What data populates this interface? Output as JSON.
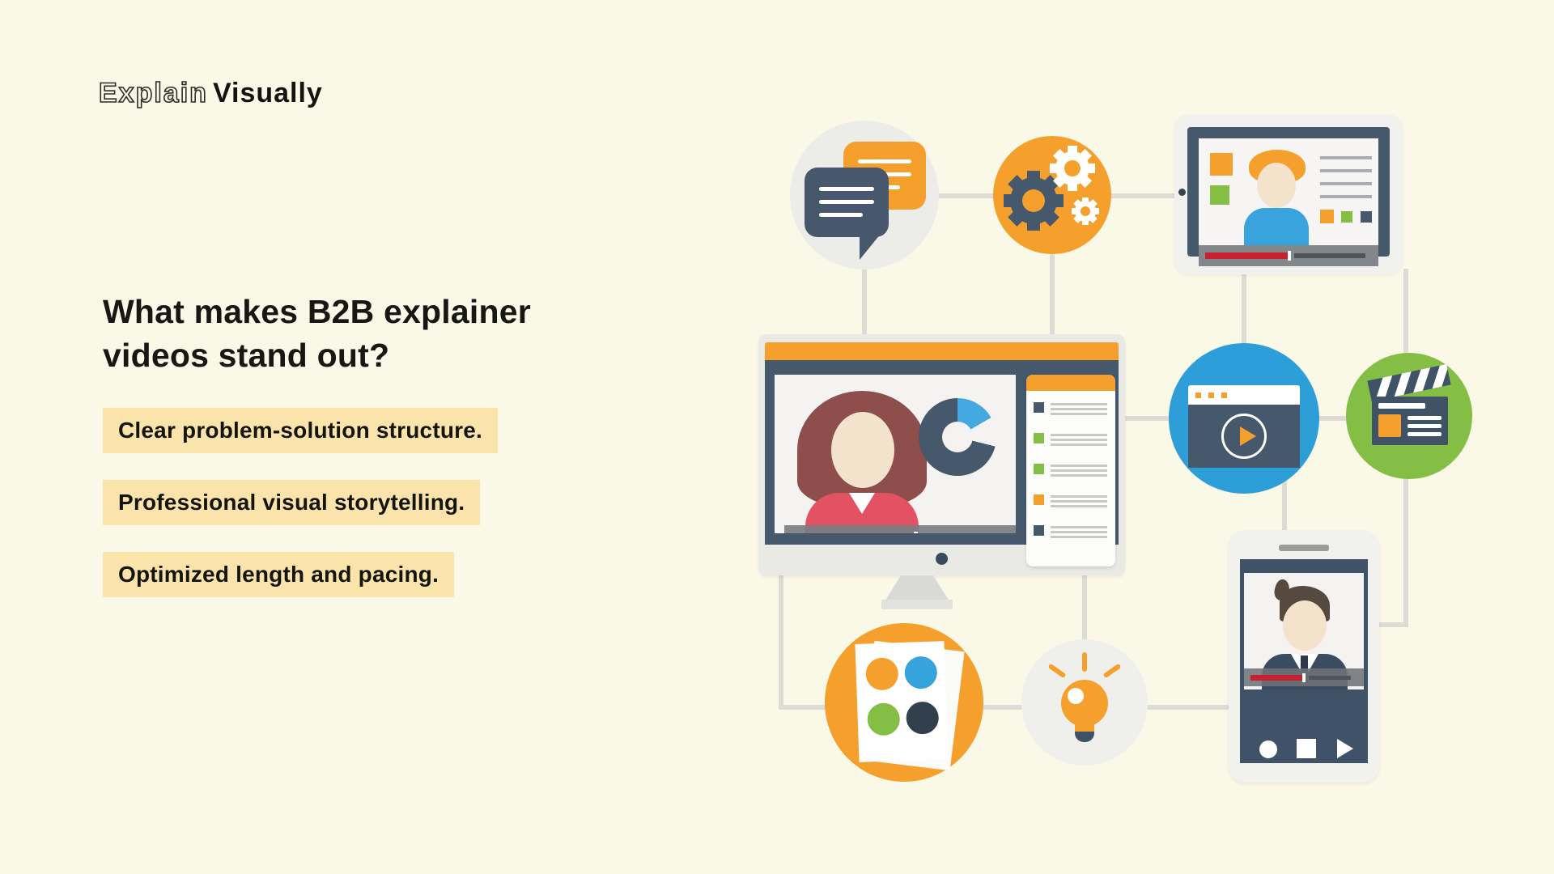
{
  "page": {
    "background": "#FAF9E7"
  },
  "logo": {
    "outline_text": "Explain",
    "solid_text": "Visually"
  },
  "headline": {
    "text": "What makes B2B explainer videos stand out?"
  },
  "bullets": [
    {
      "label": "Clear problem-solution structure."
    },
    {
      "label": "Professional visual storytelling."
    },
    {
      "label": "Optimized length and pacing."
    }
  ],
  "highlight_color": "#FAE4AC",
  "palette": {
    "orange": "#F5A02D",
    "slate": "#46586C",
    "blue": "#2E9ED8",
    "green": "#84BE44",
    "red": "#C8202F",
    "cream": "#FAF9E7",
    "connector_gray": "#DCDCD5",
    "light_circle_gray": "#ECECE9",
    "text": "#171714"
  },
  "illustration": {
    "icons": [
      {
        "name": "chat-bubbles-icon"
      },
      {
        "name": "gears-icon"
      },
      {
        "name": "tablet-video-icon"
      },
      {
        "name": "monitor-video-icon"
      },
      {
        "name": "playlist-panel"
      },
      {
        "name": "browser-play-icon"
      },
      {
        "name": "clapperboard-icon"
      },
      {
        "name": "smartphone-video-icon"
      },
      {
        "name": "photo-swatches-icon"
      },
      {
        "name": "lightbulb-icon"
      }
    ]
  }
}
